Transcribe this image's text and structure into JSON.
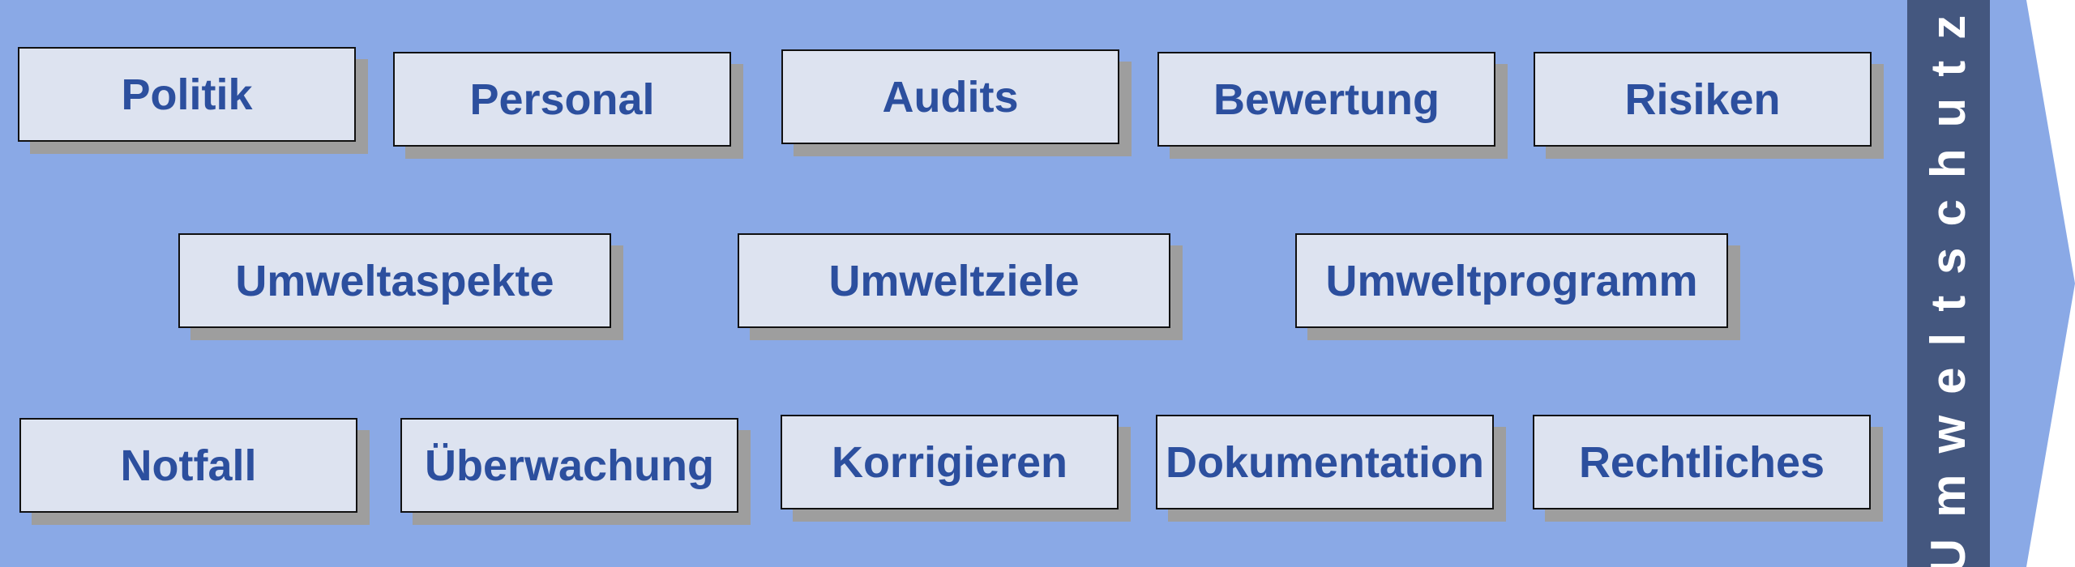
{
  "colors": {
    "background": "#8aa9e6",
    "box_fill": "#dde3f0",
    "box_text": "#2c4f9e",
    "box_border": "#111111",
    "shadow": "#9e9e9e",
    "side_bar": "#44577f",
    "side_text": "#ffffff"
  },
  "rows": [
    {
      "boxes": [
        {
          "label": "Politik"
        },
        {
          "label": "Personal"
        },
        {
          "label": "Audits"
        },
        {
          "label": "Bewertung"
        },
        {
          "label": "Risiken"
        }
      ]
    },
    {
      "boxes": [
        {
          "label": "Umweltaspekte"
        },
        {
          "label": "Umweltziele"
        },
        {
          "label": "Umweltprogramm"
        }
      ]
    },
    {
      "boxes": [
        {
          "label": "Notfall"
        },
        {
          "label": "Überwachung"
        },
        {
          "label": "Korrigieren"
        },
        {
          "label": "Dokumentation"
        },
        {
          "label": "Rechtliches"
        }
      ]
    }
  ],
  "side_label": "Umweltschutz"
}
